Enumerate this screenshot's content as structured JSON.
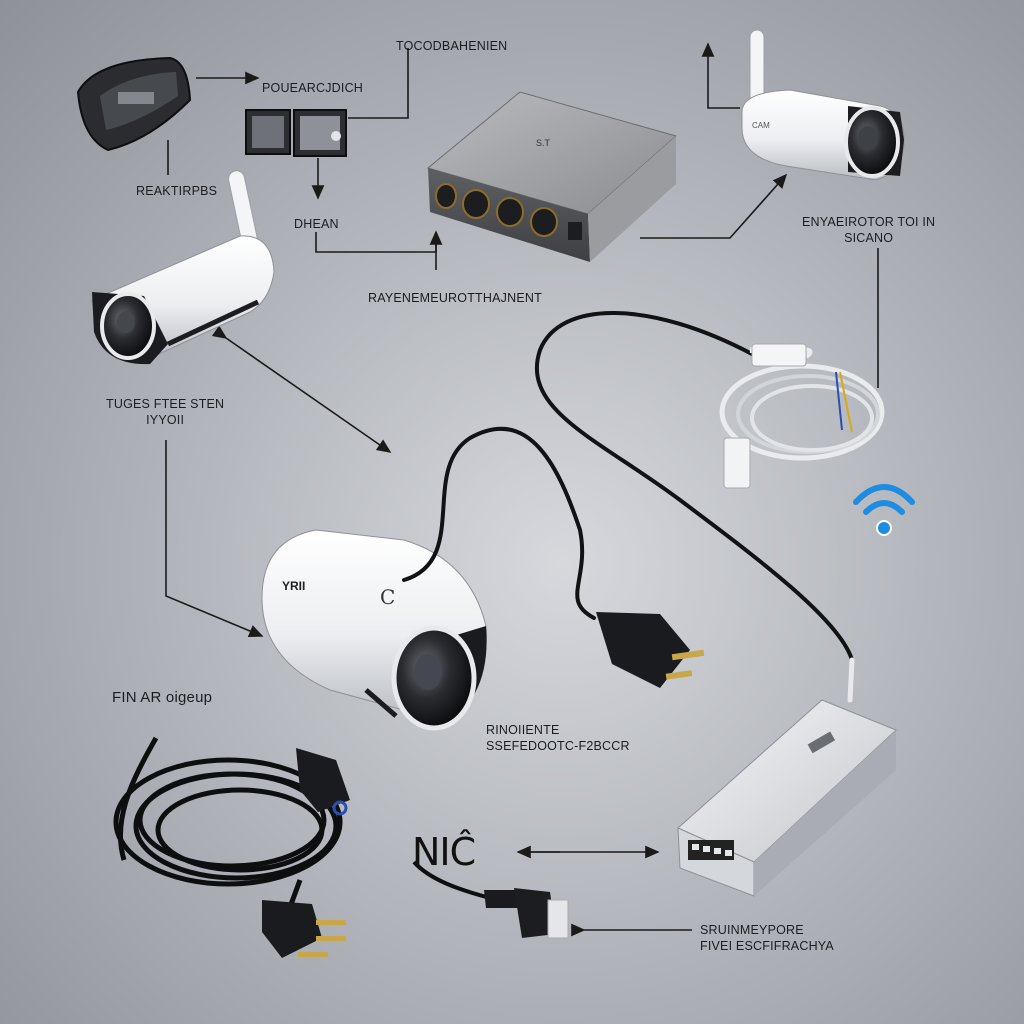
{
  "labels": {
    "top_center": "TOCODBAHENIEN",
    "power_adapter": "POUEARCJDICH",
    "receivers": "REAKTIRPBS",
    "dhem": "DHEAN",
    "rayen": "RAYENEMEUROTTHAJNENT",
    "ethernet_top": "ENYAEIROTOR TOI IN",
    "ethernet_bottom": "SICANO",
    "tuges_top": "TUGES FTEE STEN",
    "tuges_bottom": "IYYOII",
    "fiber": "FIN AR oigeup",
    "middle_top": "RINOIIENTE",
    "middle_bottom": "SSEFEDOOTC-F2BCCR",
    "nic": "NIĈ",
    "bottom_right_top": "SRUINMEYPORE",
    "bottom_right_bottom": "FIVEI ESCFIFRACHYA"
  },
  "colors": {
    "background": "#b4b7bd",
    "camera_white": "#f2f3f5",
    "cable": "#111214",
    "wifi_blue": "#1e8ce0",
    "switch_gray": "#7a7c80"
  },
  "icons": [
    "camera-icon",
    "switch-icon",
    "power-adapter-icon",
    "cable-icon",
    "plug-icon",
    "wifi-icon",
    "arrow-icon"
  ]
}
